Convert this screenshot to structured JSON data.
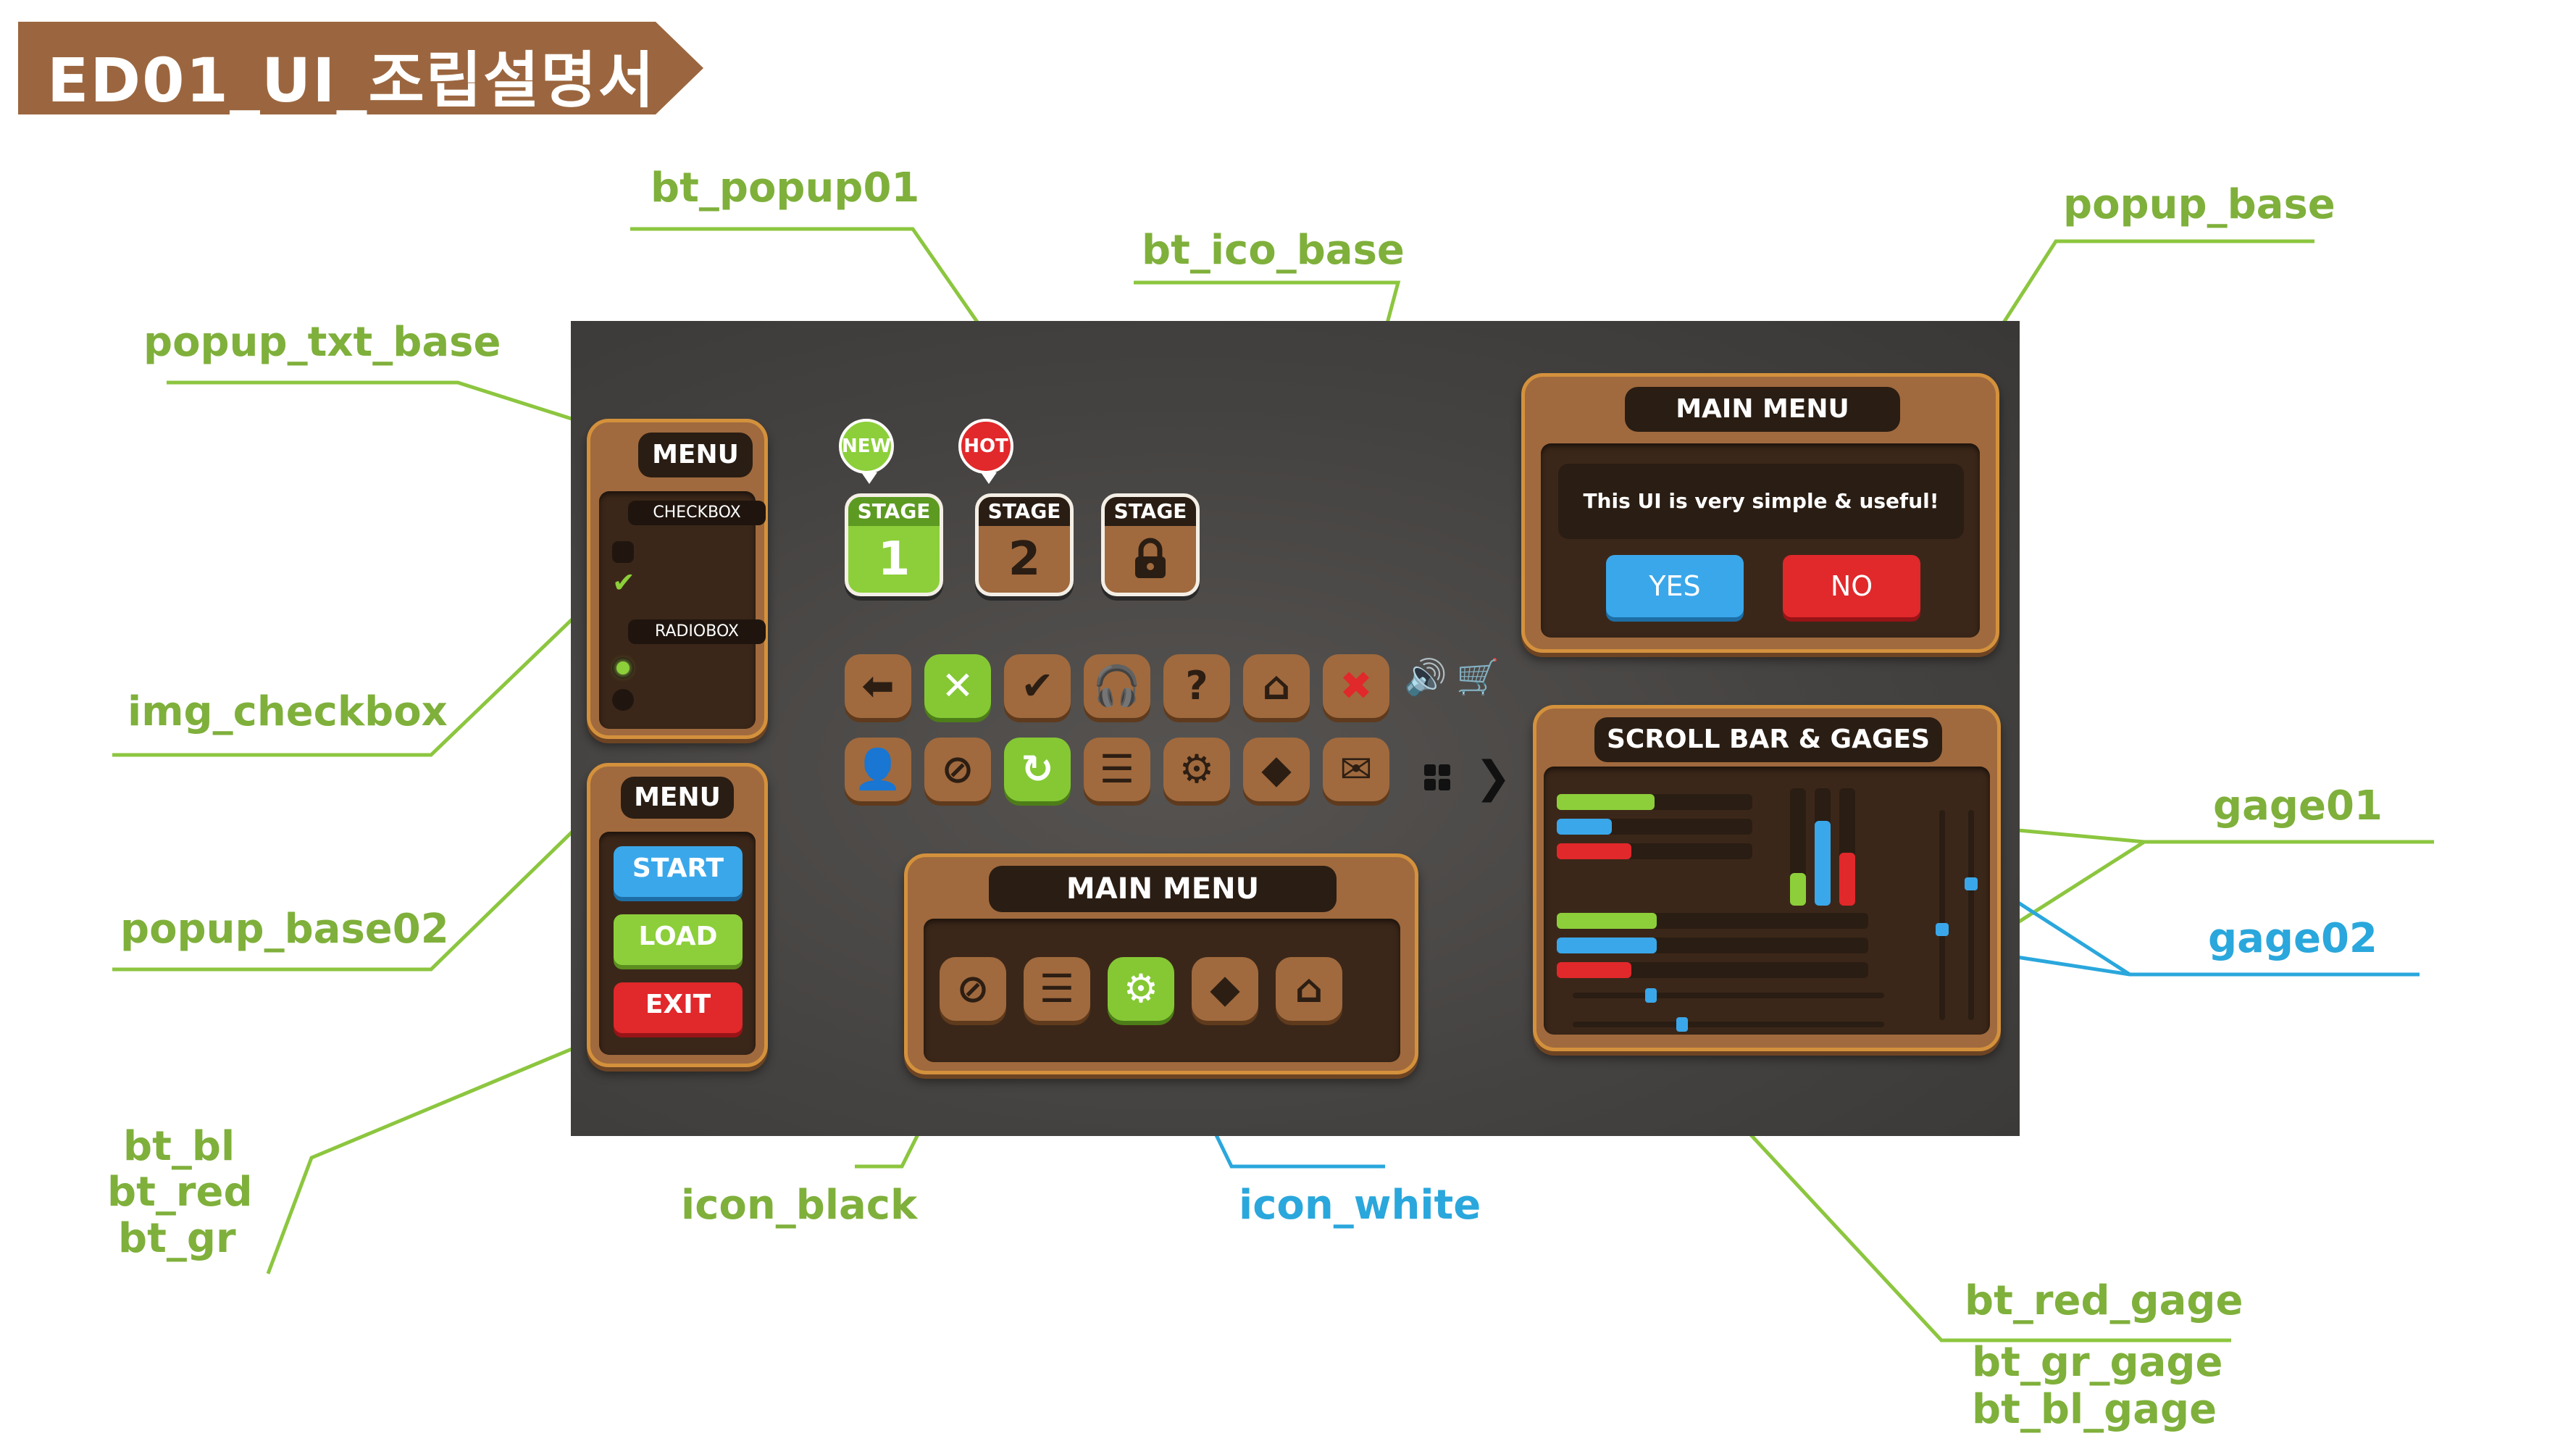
{
  "title": "ED01_UI_조립설명서",
  "annotations": {
    "popup_txt_base": "popup_txt_base",
    "img_checkbox": "img_checkbox",
    "popup_base02": "popup_base02",
    "bt_bl": "bt_bl",
    "bt_red": "bt_red",
    "bt_gr": "bt_gr",
    "bt_popup01": "bt_popup01",
    "bt_ico_base": "bt_ico_base",
    "popup_base": "popup_base",
    "gage01": "gage01",
    "gage02": "gage02",
    "icon_black": "icon_black",
    "icon_white": "icon_white",
    "bt_red_gage": "bt_red_gage",
    "bt_gr_gage": "bt_gr_gage",
    "bt_bl_gage": "bt_bl_gage"
  },
  "colors": {
    "label_green": "#7fb03b",
    "label_blue": "#2aa7dc",
    "wood": "#a06a3e",
    "accent_green": "#8ccf3a",
    "accent_blue": "#3aa7ea",
    "accent_red": "#e1282b"
  },
  "menu_panel": {
    "title": "MENU",
    "checkbox_label": "CHECKBOX",
    "radiobox_label": "RADIOBOX",
    "checkbox_states": [
      "unchecked",
      "checked"
    ],
    "radio_states": [
      "selected",
      "unselected"
    ]
  },
  "menu_panel2": {
    "title": "MENU",
    "start": "START",
    "load": "LOAD",
    "exit": "EXIT"
  },
  "badges": {
    "new": "NEW",
    "hot": "HOT"
  },
  "stages": [
    {
      "label": "STAGE",
      "number": "1",
      "state": "active"
    },
    {
      "label": "STAGE",
      "number": "2",
      "state": "normal"
    },
    {
      "label": "STAGE",
      "icon": "lock-icon",
      "state": "locked"
    }
  ],
  "icon_row1": [
    {
      "icon": "arrow-left-icon",
      "glyph": "⬅",
      "active": false
    },
    {
      "icon": "close-icon",
      "glyph": "✕",
      "active": true
    },
    {
      "icon": "check-icon",
      "glyph": "✔",
      "active": false
    },
    {
      "icon": "headphones-icon",
      "glyph": "🎧",
      "active": false
    },
    {
      "icon": "question-icon",
      "glyph": "?",
      "active": false
    },
    {
      "icon": "home-icon",
      "glyph": "⌂",
      "active": false
    },
    {
      "icon": "sound-off-icon",
      "glyph": "✖",
      "active": false
    }
  ],
  "icon_row2": [
    {
      "icon": "add-user-icon",
      "glyph": "👤",
      "active": false
    },
    {
      "icon": "compass-icon",
      "glyph": "⊘",
      "active": false
    },
    {
      "icon": "refresh-icon",
      "glyph": "↻",
      "active": true
    },
    {
      "icon": "list-icon",
      "glyph": "☰",
      "active": false
    },
    {
      "icon": "gear-icon",
      "glyph": "⚙",
      "active": false
    },
    {
      "icon": "warning-icon",
      "glyph": "◆",
      "active": false
    },
    {
      "icon": "mail-icon",
      "glyph": "✉",
      "active": false
    }
  ],
  "loose_icons": {
    "speaker": "🔊",
    "cart": "🛒",
    "grid": "▪",
    "arrow_right": "❯"
  },
  "main_menu_popup": {
    "title": "MAIN MENU",
    "message": "This UI is very simple & useful!",
    "yes": "YES",
    "no": "NO"
  },
  "main_menu_bar": {
    "title": "MAIN MENU",
    "icons": [
      {
        "icon": "compass-icon",
        "glyph": "⊘",
        "active": false
      },
      {
        "icon": "list-icon",
        "glyph": "☰",
        "active": false
      },
      {
        "icon": "gear-icon",
        "glyph": "⚙",
        "active": true
      },
      {
        "icon": "warning-icon",
        "glyph": "◆",
        "active": false
      },
      {
        "icon": "home-icon",
        "glyph": "⌂",
        "active": false
      }
    ]
  },
  "gauges_panel": {
    "title": "SCROLL BAR & GAGES",
    "horizontal_group1": [
      {
        "color": "green",
        "value": 0.5
      },
      {
        "color": "blue",
        "value": 0.28
      },
      {
        "color": "red",
        "value": 0.38
      }
    ],
    "vertical_bars": [
      {
        "color": "green",
        "value": 0.28
      },
      {
        "color": "blue",
        "value": 0.72
      },
      {
        "color": "red",
        "value": 0.45
      }
    ],
    "horizontal_group2": [
      {
        "color": "green",
        "value": 0.32
      },
      {
        "color": "blue",
        "value": 0.32
      },
      {
        "color": "red",
        "value": 0.24
      }
    ],
    "h_sliders": [
      0.25,
      0.35
    ],
    "v_sliders": [
      0.57,
      0.35
    ]
  }
}
